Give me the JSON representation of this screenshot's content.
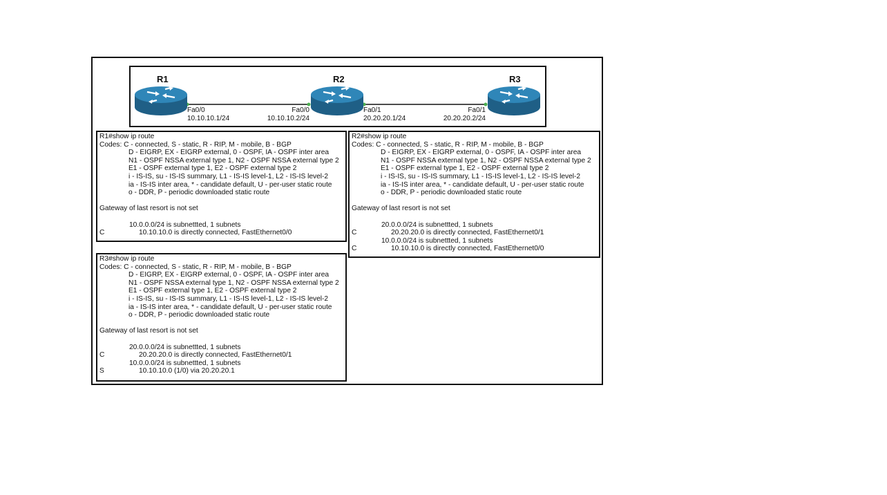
{
  "topology": {
    "routers": [
      {
        "name": "R1"
      },
      {
        "name": "R2"
      },
      {
        "name": "R3"
      }
    ],
    "ports": [
      {
        "iface": "Fa0/0",
        "ip": "10.10.10.1/24"
      },
      {
        "iface": "Fa0/0",
        "ip": "10.10.10.2/24"
      },
      {
        "iface": "Fa0/1",
        "ip": "20.20.20.1/24"
      },
      {
        "iface": "Fa0/1",
        "ip": "20.20.20.2/24"
      }
    ],
    "link_color": "#111111",
    "port_dot_color": "#4caf50",
    "router_color": "#2a78a4"
  },
  "legend_lines": [
    "Codes: C - connected, S - static, R - RIP, M - mobile, B - BGP",
    "D - EIGRP, EX - EIGRP external, 0 - OSPF, IA - OSPF inter area",
    "N1 - OSPF NSSA external type 1, N2 - OSPF NSSA external type 2",
    "E1 - OSPF external type 1, E2 - OSPF external type 2",
    "i - IS-IS, su - IS-IS summary, L1 - IS-IS level-1, L2 - IS-IS level-2",
    "ia - IS-IS inter area, * - candidate default, U - per-user static route",
    "o - DDR, P - periodic downloaded static route"
  ],
  "gateway_text": "Gateway of last resort is not set",
  "r1_output": {
    "command": "R1#show ip route",
    "rows": [
      {
        "code": "",
        "text": "10.0.0.0/24 is subnettted, 1 subnets",
        "kind": "head"
      },
      {
        "code": "C",
        "text": "10.10.10.0 is directly connected, FastEthernet0/0",
        "kind": "route"
      }
    ]
  },
  "r2_output": {
    "command": "R2#show ip route",
    "rows": [
      {
        "code": "",
        "text": "20.0.0.0/24 is subnettted, 1 subnets",
        "kind": "head"
      },
      {
        "code": "C",
        "text": "20.20.20.0 is directly connected, FastEthernet0/1",
        "kind": "route"
      },
      {
        "code": "",
        "text": "10.0.0.0/24 is subnettted, 1 subnets",
        "kind": "head"
      },
      {
        "code": "C",
        "text": "10.10.10.0 is directly connected, FastEthernet0/0",
        "kind": "route"
      }
    ]
  },
  "r3_output": {
    "command": "R3#show ip route",
    "rows": [
      {
        "code": "",
        "text": "20.0.0.0/24 is subnettted, 1 subnets",
        "kind": "head"
      },
      {
        "code": "C",
        "text": "20.20.20.0 is directly connected, FastEthernet0/1",
        "kind": "route"
      },
      {
        "code": "",
        "text": "10.0.0.0/24 is subnettted, 1 subnets",
        "kind": "head"
      },
      {
        "code": "S",
        "text": "10.10.10.0 (1/0) via 20.20.20.1",
        "kind": "route"
      }
    ]
  }
}
